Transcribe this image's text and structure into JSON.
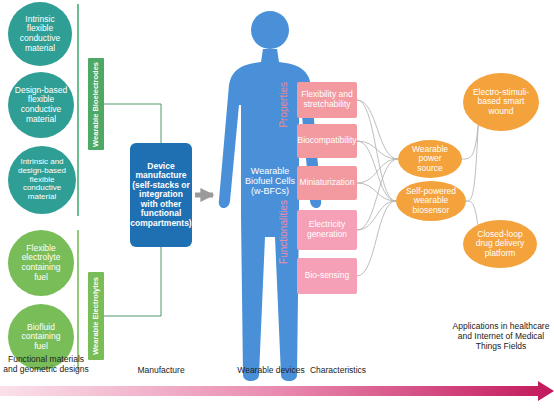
{
  "diagram": {
    "nodes": [
      {
        "text": [
          "Intrinsic flexible conductive material"
        ]
      },
      {
        "text": [
          "Design-based flexible conductive material"
        ]
      },
      {
        "text": [
          "Intrinsic and design-based flexible conductive material"
        ]
      },
      {
        "text": [
          "Flexible electrolyte containing fuel"
        ]
      },
      {
        "text": [
          "Biofluid containing fuel"
        ]
      },
      {
        "text": [
          "Wearable Bioelectrodes"
        ]
      },
      {
        "text": [
          "Wearable Electrolytes"
        ]
      },
      {
        "text": [
          "Device manufacture (self-stacks or integration with other functional compartments)"
        ]
      },
      {
        "text": [
          "Wearable Biofuel Cells (w-BFCs)"
        ]
      },
      {
        "text": [
          "Flexibility and stretchability"
        ]
      },
      {
        "text": [
          "Biocompatibility"
        ]
      },
      {
        "text": [
          "Miniaturization"
        ]
      },
      {
        "text": [
          "Electricity generation"
        ]
      },
      {
        "text": [
          "Bio-sensing"
        ]
      },
      {
        "text": [
          "Electro-stimuli-based smart wound"
        ]
      },
      {
        "text": [
          "Wearable power source"
        ]
      },
      {
        "text": [
          "Self-powered wearable biosensor"
        ]
      },
      {
        "text": [
          "Closed-loop drug delivery platform"
        ]
      }
    ],
    "edges": [
      {
        "from": 5,
        "to": 7,
        "arrow": "none"
      },
      {
        "from": 6,
        "to": 7,
        "arrow": "none"
      },
      {
        "from": 7,
        "to": 8,
        "arrow": "to"
      },
      {
        "from": 9,
        "to": 15,
        "arrow": "none"
      },
      {
        "from": 9,
        "to": 16,
        "arrow": "none"
      },
      {
        "from": 10,
        "to": 15,
        "arrow": "none"
      },
      {
        "from": 10,
        "to": 16,
        "arrow": "none"
      },
      {
        "from": 11,
        "to": 15,
        "arrow": "none"
      },
      {
        "from": 11,
        "to": 16,
        "arrow": "none"
      },
      {
        "from": 12,
        "to": 15,
        "arrow": "none"
      },
      {
        "from": 12,
        "to": 16,
        "arrow": "none"
      },
      {
        "from": 13,
        "to": 16,
        "arrow": "none"
      },
      {
        "from": 15,
        "to": 14,
        "arrow": "none"
      },
      {
        "from": 16,
        "to": 14,
        "arrow": "none"
      },
      {
        "from": 16,
        "to": 17,
        "arrow": "none"
      }
    ],
    "labels": [
      "Properties",
      "Functionalities",
      "Functional materials and geometric designs",
      "Manufacture",
      "Wearable devices",
      "Characteristics",
      "Applications in healthcare and Internet of Medical Things Fields"
    ]
  }
}
